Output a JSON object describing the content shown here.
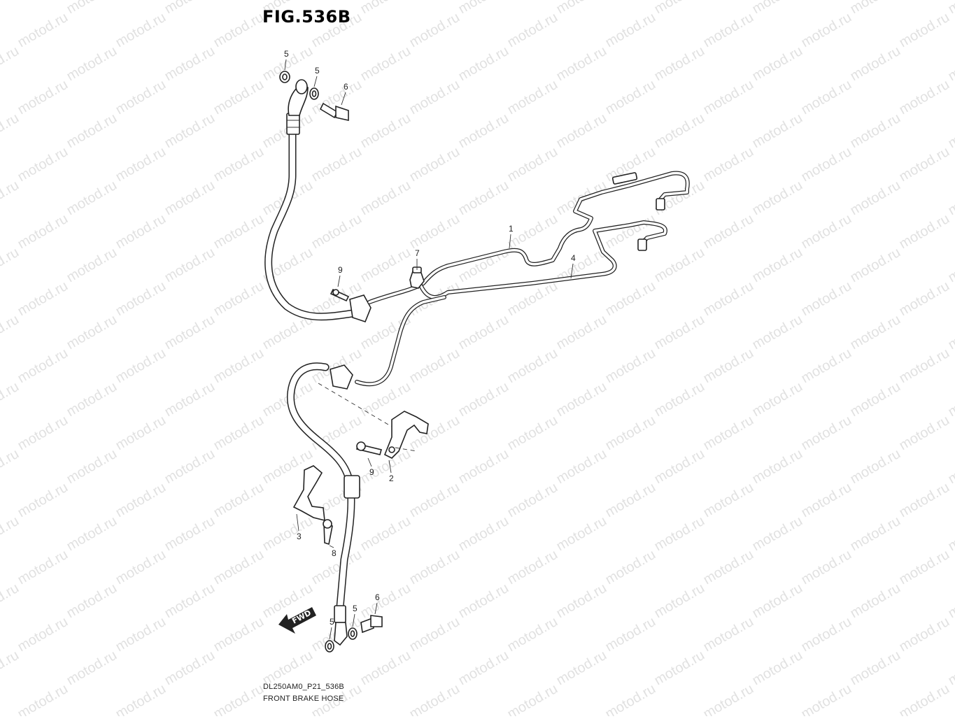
{
  "figure": {
    "title": "FIG.536B",
    "code": "DL250AM0_P21_536B",
    "name": "FRONT BRAKE HOSE"
  },
  "watermark": {
    "text": "motod.ru",
    "color": "#c9c9c9"
  },
  "fwd_label": "FWD",
  "callouts": [
    {
      "id": "c-5a",
      "label": "5"
    },
    {
      "id": "c-5b",
      "label": "5"
    },
    {
      "id": "c-6a",
      "label": "6"
    },
    {
      "id": "c-1",
      "label": "1"
    },
    {
      "id": "c-4",
      "label": "4"
    },
    {
      "id": "c-7",
      "label": "7"
    },
    {
      "id": "c-9a",
      "label": "9"
    },
    {
      "id": "c-9b",
      "label": "9"
    },
    {
      "id": "c-2",
      "label": "2"
    },
    {
      "id": "c-3",
      "label": "3"
    },
    {
      "id": "c-8",
      "label": "8"
    },
    {
      "id": "c-6b",
      "label": "6"
    },
    {
      "id": "c-5c",
      "label": "5"
    },
    {
      "id": "c-5d",
      "label": "5"
    }
  ]
}
